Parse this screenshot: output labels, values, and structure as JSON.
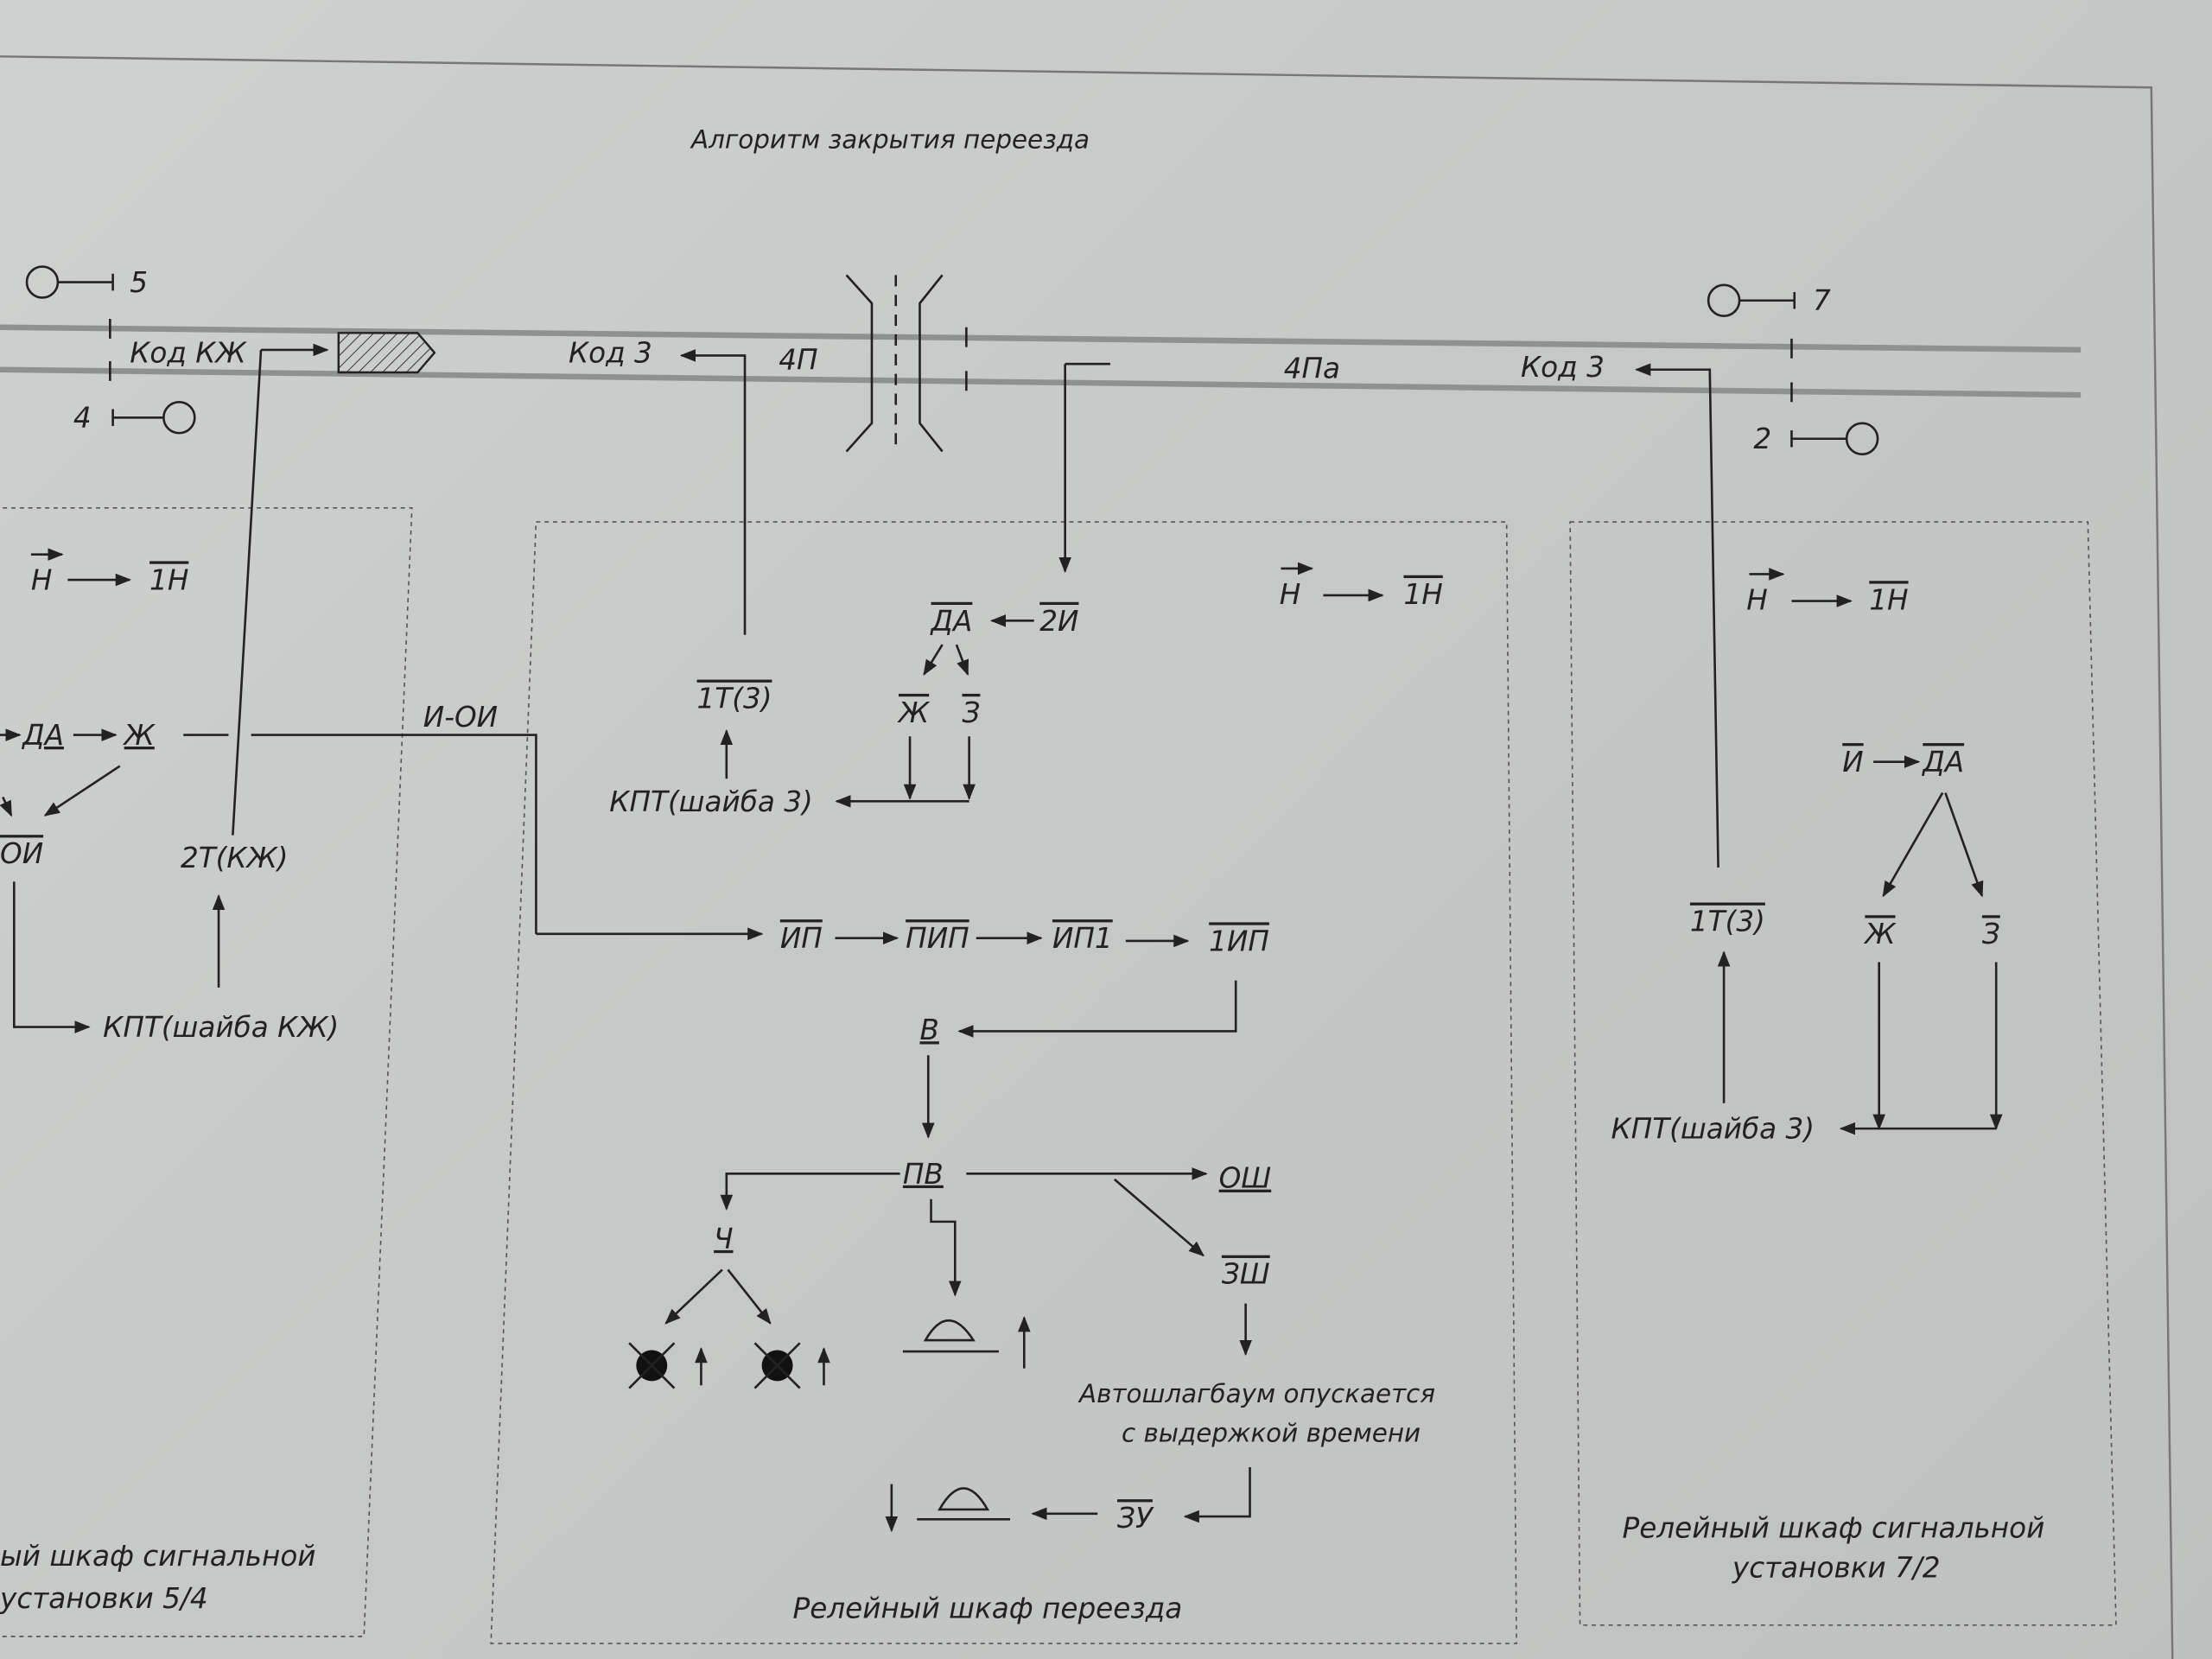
{
  "title": "Алгоритм закрытия переезда",
  "track": {
    "signals": [
      "5",
      "4",
      "7",
      "2"
    ],
    "code_kzh": "Код КЖ",
    "code_z_left": "Код 3",
    "section_4p": "4П",
    "section_4pa": "4Па",
    "code_z_right": "Код 3"
  },
  "left_cabinet": {
    "h": "Н",
    "h1": "1Н",
    "da": "ДА",
    "zh": "Ж",
    "oi": "ОИ",
    "t2": "2Т(КЖ)",
    "kpt": "КПТ(шайба КЖ)",
    "link_label": "И-ОИ",
    "caption_1": "ый шкаф сигнальной",
    "caption_2": "установки 5/4"
  },
  "crossing_cabinet": {
    "t1": "1Т(3)",
    "kpt": "КПТ(шайба 3)",
    "da": "ДА",
    "i2": "2И",
    "zh": "Ж",
    "z": "З",
    "h": "Н",
    "h1": "1Н",
    "ip": "ИП",
    "pip": "ПИП",
    "ip1": "ИП1",
    "ip1b": "1ИП",
    "v": "В",
    "pv": "ПВ",
    "ch": "Ч",
    "osh": "ОШ",
    "zsh": "ЗШ",
    "note_1": "Автошлагбаум опускается",
    "note_2": "с выдержкой времени",
    "zu": "ЗУ",
    "caption": "Релейный шкаф переезда"
  },
  "right_cabinet": {
    "h": "Н",
    "h1": "1Н",
    "i": "И",
    "da": "ДА",
    "zh": "Ж",
    "z": "З",
    "t1": "1Т(3)",
    "kpt": "КПТ(шайба 3)",
    "caption_1": "Релейный шкаф сигнальной",
    "caption_2": "установки 7/2"
  }
}
